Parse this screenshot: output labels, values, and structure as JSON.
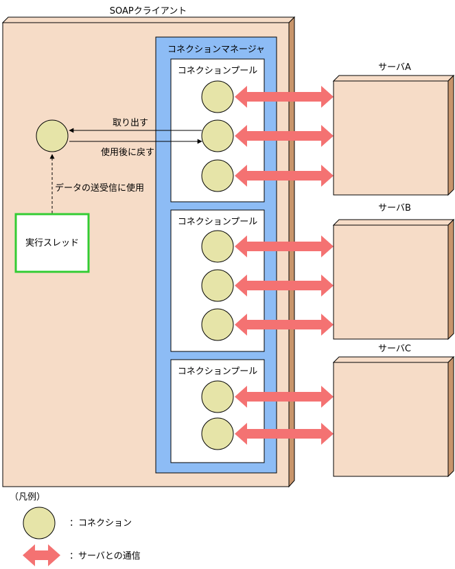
{
  "client": {
    "title": "SOAPクライアント"
  },
  "manager": {
    "title": "コネクションマネージャ"
  },
  "pools": [
    {
      "title": "コネクションプール",
      "server": "サーバA",
      "connections": 3
    },
    {
      "title": "コネクションプール",
      "server": "サーバB",
      "connections": 3
    },
    {
      "title": "コネクションプール",
      "server": "サーバC",
      "connections": 2
    }
  ],
  "thread": {
    "label": "実行スレッド"
  },
  "arrows": {
    "take_out": "取り出す",
    "return_after_use": "使用後に戻す",
    "use_for_send_receive": "データの送受信に使用"
  },
  "legend": {
    "title": "（凡例）",
    "connection": "：コネクション",
    "communication": "：サーバとの通信"
  },
  "colors": {
    "client_fill": "#f6dcc7",
    "client_side": "#c8956b",
    "manager_fill": "#8dbcf5",
    "connection_fill": "#e6e4a8",
    "thread_border": "#33cc33",
    "arrow": "#f47272"
  }
}
